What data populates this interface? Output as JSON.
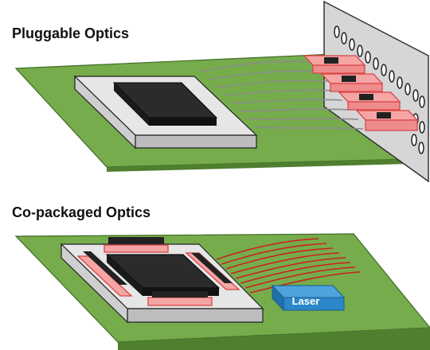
{
  "sections": {
    "pluggable": {
      "title": "Pluggable Optics"
    },
    "copackaged": {
      "title": "Co-packaged Optics",
      "laser_label": "Laser"
    }
  },
  "colors": {
    "pcb_top": "#76ac4c",
    "pcb_edge": "#4f7f2f",
    "substrate_top": "#e6e6e6",
    "substrate_side": "#bdbdbd",
    "chip_top": "#2b2b2b",
    "chip_side": "#111111",
    "module_fill": "#f6a5a5",
    "module_stroke": "#d94545",
    "fiber_pluggable": "#8c8c8c",
    "fiber_copackaged": "#cc1f1f",
    "laser_fill": "#2b87c9",
    "faceplate": "#d6d6d6"
  }
}
